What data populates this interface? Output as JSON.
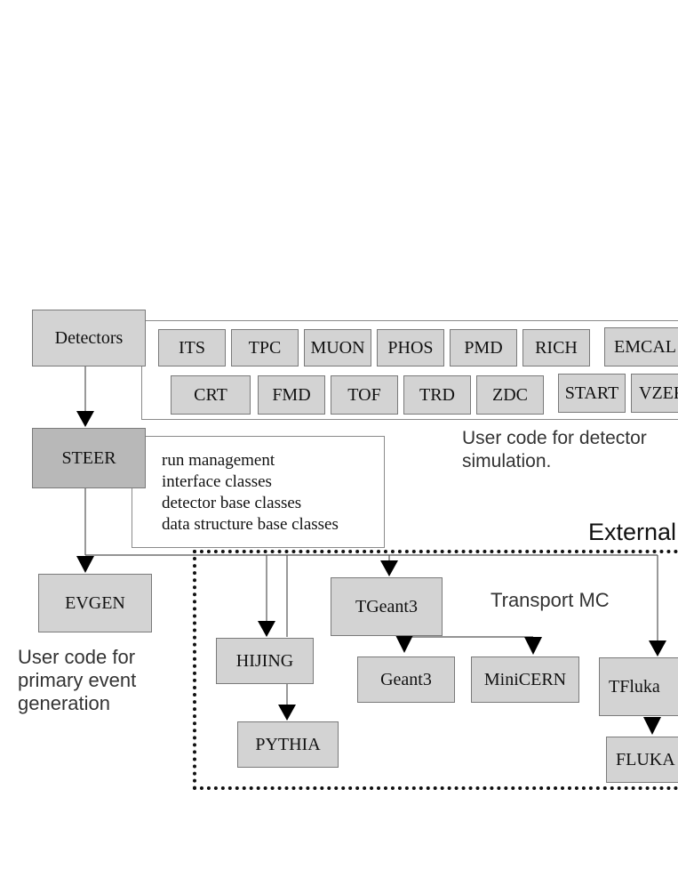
{
  "detectors": {
    "title": "Detectors",
    "modules_row1": [
      "ITS",
      "TPC",
      "MUON",
      "PHOS",
      "PMD",
      "RICH",
      "EMCAL"
    ],
    "modules_row2": [
      "CRT",
      "FMD",
      "TOF",
      "TRD",
      "ZDC",
      "START",
      "VZERO"
    ],
    "description_lines": [
      "User code for detector",
      "simulation."
    ]
  },
  "steer": {
    "title": "STEER",
    "items": [
      "run management",
      "interface classes",
      "detector base classes",
      "data structure base classes"
    ]
  },
  "evgen": {
    "title": "EVGEN",
    "description_lines": [
      "User code for",
      "primary event",
      "generation"
    ]
  },
  "external": {
    "title": "External",
    "transport_label": "Transport MC",
    "generators": [
      "HIJING",
      "PYTHIA"
    ],
    "tgeant3": "TGeant3",
    "geant3": "Geant3",
    "minicern": "MiniCERN",
    "tfluka": "TFluka",
    "fluka": "FLUKA"
  }
}
